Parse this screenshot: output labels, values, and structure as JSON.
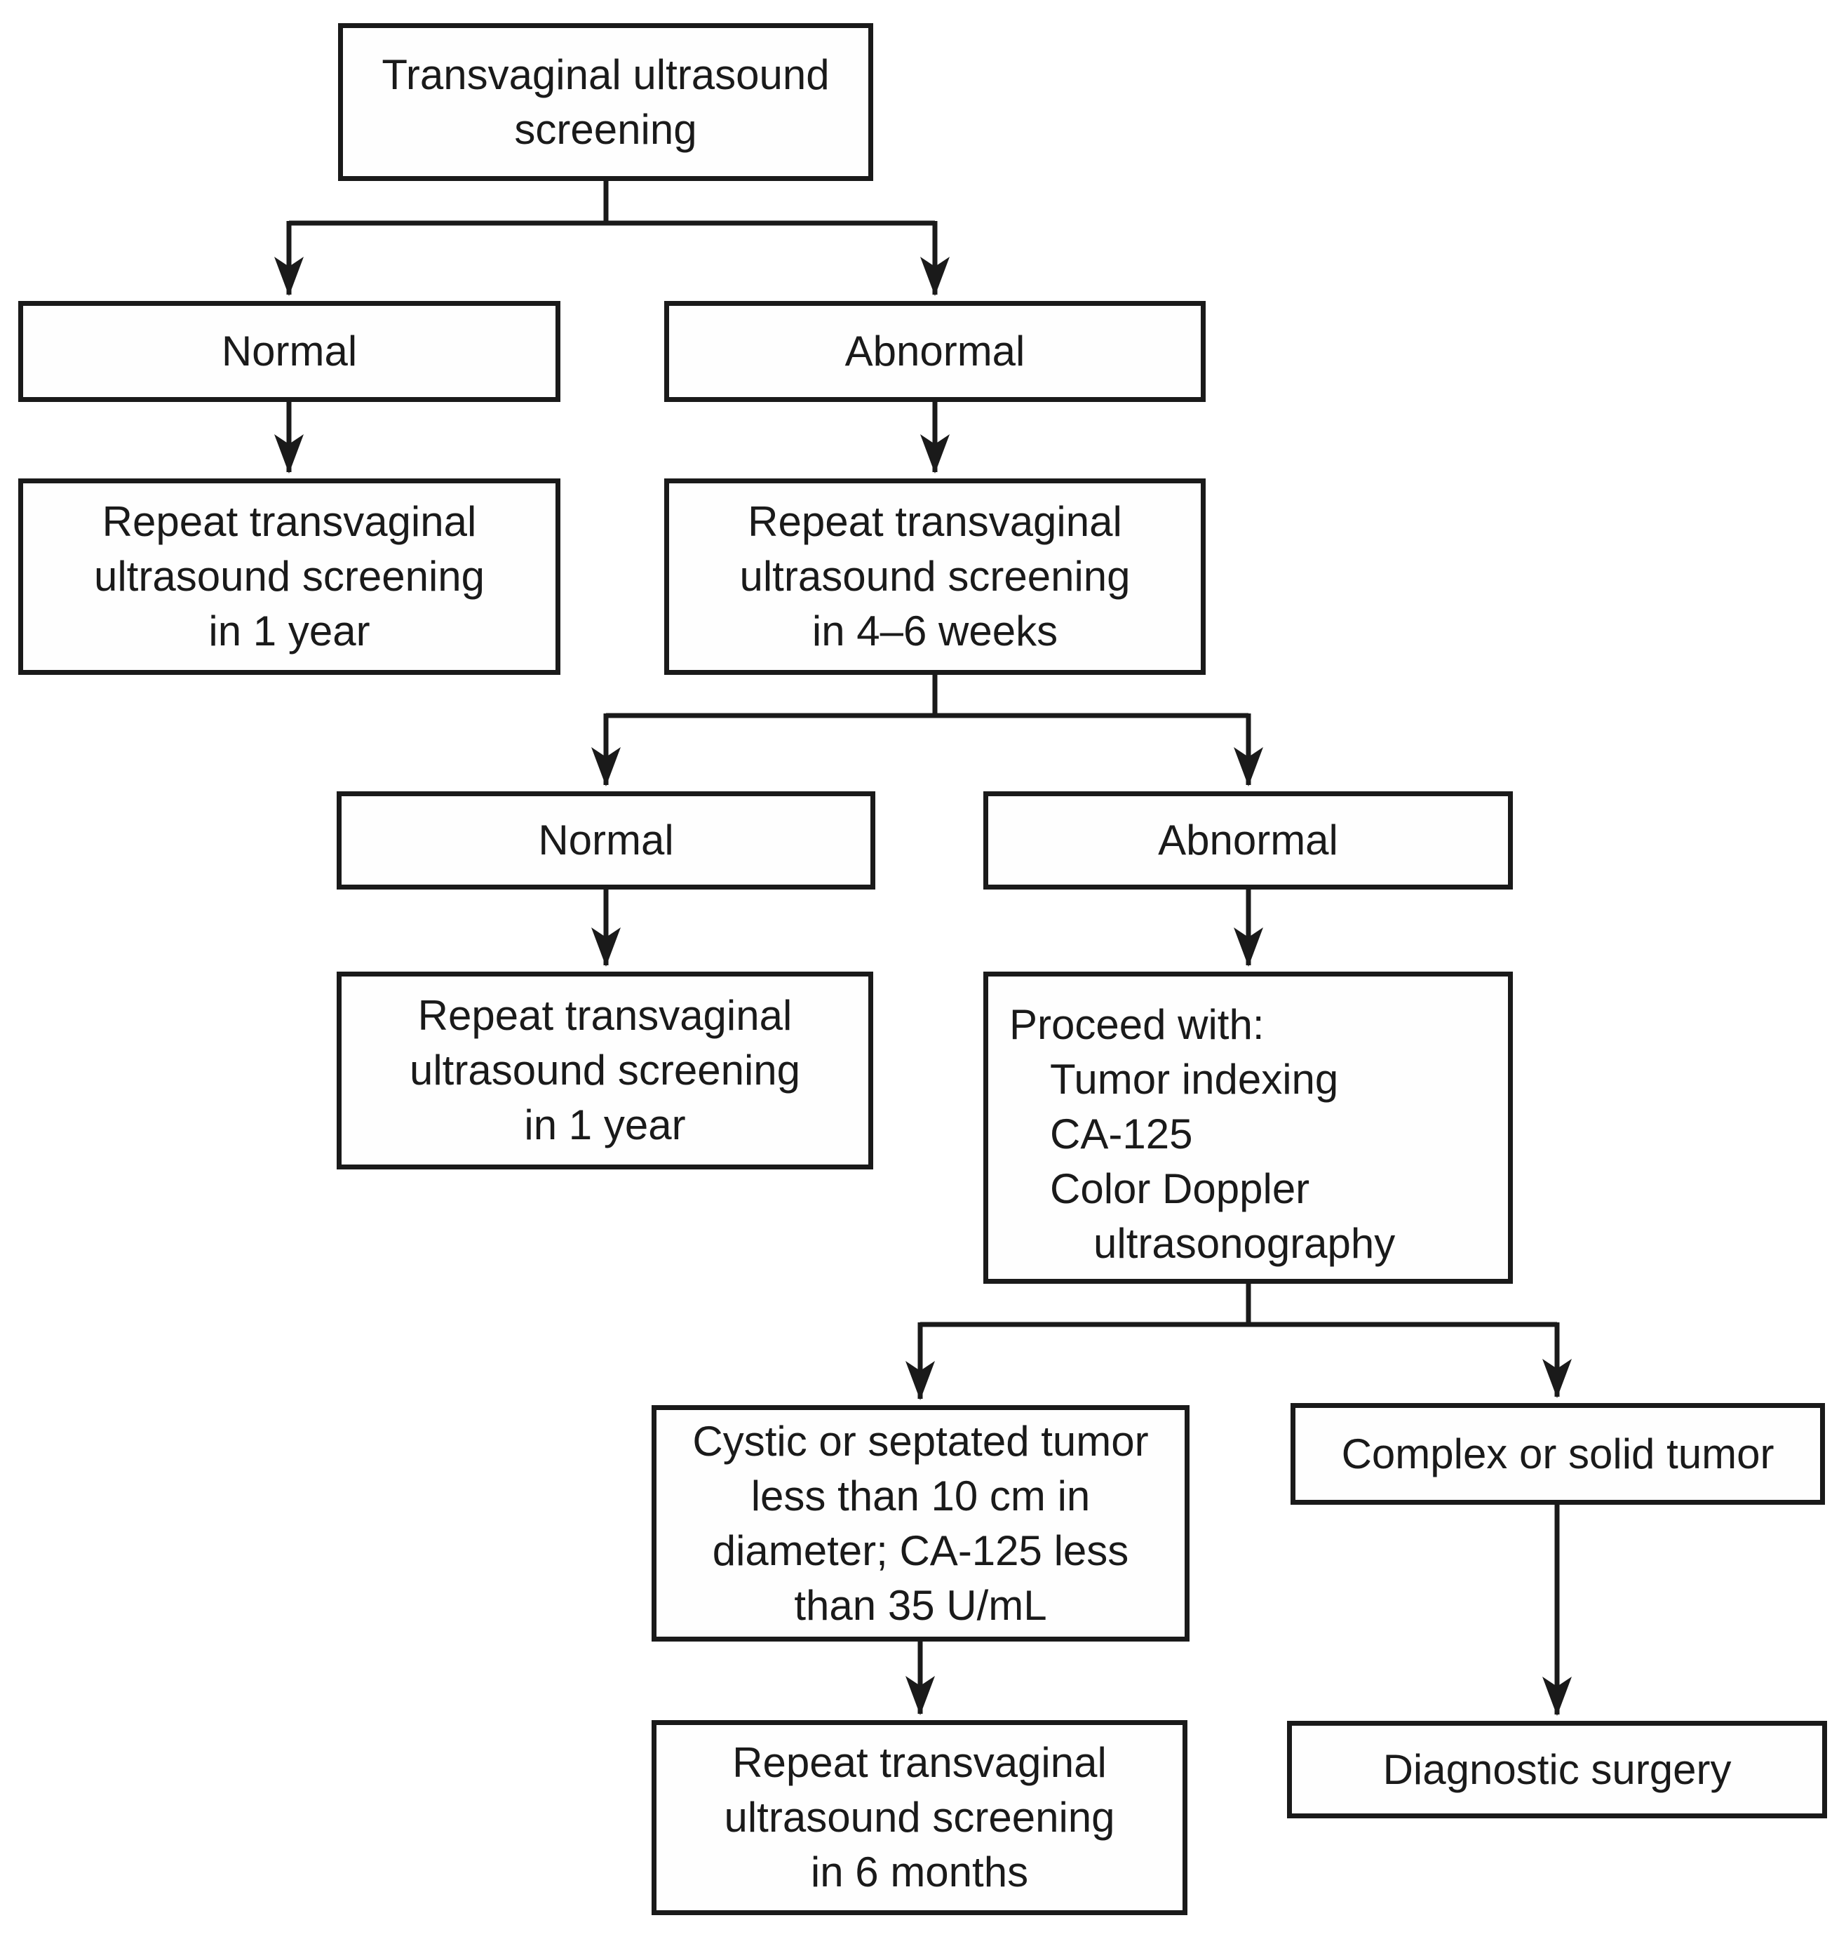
{
  "diagram": {
    "kind": "flowchart",
    "colors": {
      "line": "#1a1a1a",
      "box_border": "#1a1a1a",
      "box_fill": "#fefefe",
      "text": "#1a1a1a",
      "background": "#ffffff"
    },
    "nodes": {
      "screening": {
        "label": "Transvaginal ultrasound\nscreening"
      },
      "normal_1": {
        "label": "Normal"
      },
      "abnormal_1": {
        "label": "Abnormal"
      },
      "repeat_1yr_a": {
        "label": "Repeat transvaginal\nultrasound screening\nin 1 year"
      },
      "repeat_46wk": {
        "label": "Repeat transvaginal\nultrasound screening\nin 4–6 weeks"
      },
      "normal_2": {
        "label": "Normal"
      },
      "abnormal_2": {
        "label": "Abnormal"
      },
      "repeat_1yr_b": {
        "label": "Repeat transvaginal\nultrasound screening\nin 1 year"
      },
      "proceed": {
        "heading": "Proceed with:",
        "items": [
          {
            "text": "Tumor indexing",
            "indent": 1
          },
          {
            "text": "CA-125",
            "indent": 1
          },
          {
            "text": "Color Doppler",
            "indent": 1
          },
          {
            "text": "ultrasonography",
            "indent": 2
          }
        ]
      },
      "cystic": {
        "label": "Cystic or septated tumor\nless than 10 cm in\ndiameter; CA-125 less\nthan 35 U/mL"
      },
      "complex": {
        "label": "Complex or solid tumor"
      },
      "repeat_6mo": {
        "label": "Repeat transvaginal\nultrasound screening\nin 6 months"
      },
      "diag_surgery": {
        "label": "Diagnostic surgery"
      }
    },
    "edges": [
      {
        "from": "screening",
        "to": "normal_1"
      },
      {
        "from": "screening",
        "to": "abnormal_1"
      },
      {
        "from": "normal_1",
        "to": "repeat_1yr_a"
      },
      {
        "from": "abnormal_1",
        "to": "repeat_46wk"
      },
      {
        "from": "repeat_46wk",
        "to": "normal_2"
      },
      {
        "from": "repeat_46wk",
        "to": "abnormal_2"
      },
      {
        "from": "normal_2",
        "to": "repeat_1yr_b"
      },
      {
        "from": "abnormal_2",
        "to": "proceed"
      },
      {
        "from": "proceed",
        "to": "cystic"
      },
      {
        "from": "proceed",
        "to": "complex"
      },
      {
        "from": "cystic",
        "to": "repeat_6mo"
      },
      {
        "from": "complex",
        "to": "diag_surgery"
      }
    ]
  }
}
